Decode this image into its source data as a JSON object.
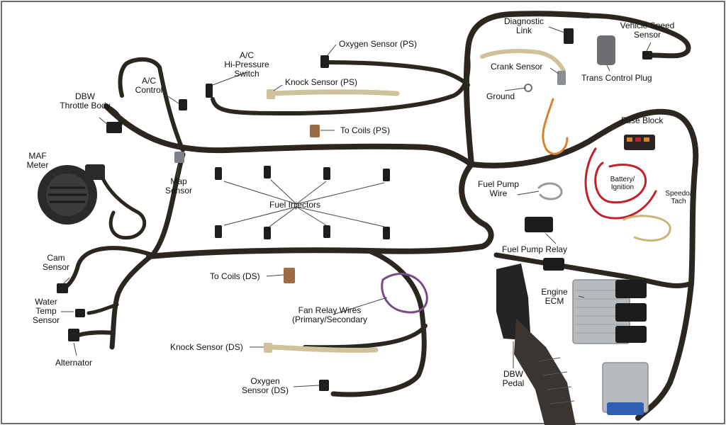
{
  "colors": {
    "harness": "#2b2620",
    "harness_edge": "#4a4035",
    "loom_tan": "#cfc29a",
    "loom_tan_dark": "#a8956a",
    "purple_wire": "#7a4a86",
    "red_wire": "#c2202a",
    "orange_wire": "#d9822b",
    "ecm_silver": "#b8bbbe",
    "ecm_blue": "#2f5fb0",
    "relay_black": "#1c1c1c",
    "label": "#111111",
    "frame": "#6f6f6f"
  },
  "labels": {
    "oxygen_ps": "Oxygen Sensor (PS)",
    "diagnostic": [
      "Diagnostic",
      "Link"
    ],
    "vehicle_speed": [
      "Vehicle Speed",
      "Sensor"
    ],
    "ac_switch": [
      "A/C",
      "Hi-Pressure",
      "Switch"
    ],
    "ac_control": [
      "A/C",
      "Control"
    ],
    "knock_ps": "Knock Sensor (PS)",
    "crank": "Crank Sensor",
    "trans_plug": "Trans Control Plug",
    "ground": "Ground",
    "dbw_throttle": [
      "DBW",
      "Throttle Body"
    ],
    "coils_ps": "To Coils (PS)",
    "fuse_block": "Fuse Block",
    "maf": [
      "MAF",
      "Meter"
    ],
    "map": [
      "Map",
      "Sensor"
    ],
    "battery": [
      "Battery/",
      "Ignition"
    ],
    "speedo": [
      "Speedo/",
      "Tach"
    ],
    "fuel_pump_wire": [
      "Fuel Pump",
      "Wire"
    ],
    "fuel_injectors": "Fuel Injectors",
    "fuel_pump_relay": "Fuel Pump Relay",
    "cam": [
      "Cam",
      "Sensor"
    ],
    "coils_ds": "To Coils (DS)",
    "engine_ecm": [
      "Engine",
      "ECM"
    ],
    "water_temp": [
      "Water",
      "Temp",
      "Sensor"
    ],
    "fan_relay": [
      "Fan Relay Wires",
      "(Primary/Secondary"
    ],
    "alternator": "Alternator",
    "knock_ds": "Knock Sensor (DS)",
    "dbw_pedal": [
      "DBW",
      "Pedal"
    ],
    "oxygen_ds": [
      "Oxygen",
      "Sensor (DS)"
    ]
  }
}
